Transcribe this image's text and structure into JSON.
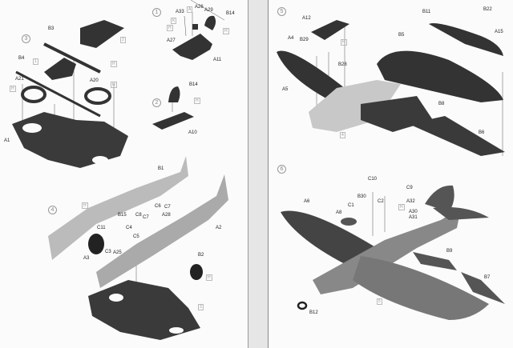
{
  "colors": {
    "dark_part": "#3a3a3a",
    "light_part": "#c8c8c8",
    "paper": "#fbfbfb"
  },
  "steps": [
    {
      "number": "1",
      "labels": [
        "A33",
        "A26",
        "A29",
        "B14",
        "A27",
        "A11"
      ],
      "refs": [
        "A",
        "K",
        "H",
        "H"
      ]
    },
    {
      "number": "2",
      "labels": [
        "B14",
        "A10"
      ],
      "refs": [
        "H"
      ]
    },
    {
      "number": "3",
      "labels": [
        "B3",
        "B4",
        "A21",
        "A20",
        "A1"
      ],
      "refs": [
        "1",
        "2",
        "H",
        "H",
        "H"
      ]
    },
    {
      "number": "4",
      "labels": [
        "B1",
        "C6",
        "C7",
        "C8",
        "A28",
        "B15",
        "C7",
        "C11",
        "C4",
        "C5",
        "C3",
        "A25",
        "A3",
        "A2",
        "B2"
      ],
      "refs": [
        "H",
        "H",
        "3"
      ]
    },
    {
      "number": "5",
      "labels": [
        "A12",
        "A4",
        "B29",
        "B28",
        "A5",
        "B5",
        "B11",
        "B22",
        "A15",
        "B8",
        "B6"
      ],
      "refs": [
        "H",
        "4"
      ]
    },
    {
      "number": "6",
      "labels": [
        "C10",
        "C9",
        "B30",
        "C2",
        "A32",
        "A30",
        "A31",
        "C1",
        "A6",
        "A8",
        "B9",
        "B7",
        "B12"
      ],
      "refs": [
        "H",
        "5"
      ]
    }
  ]
}
